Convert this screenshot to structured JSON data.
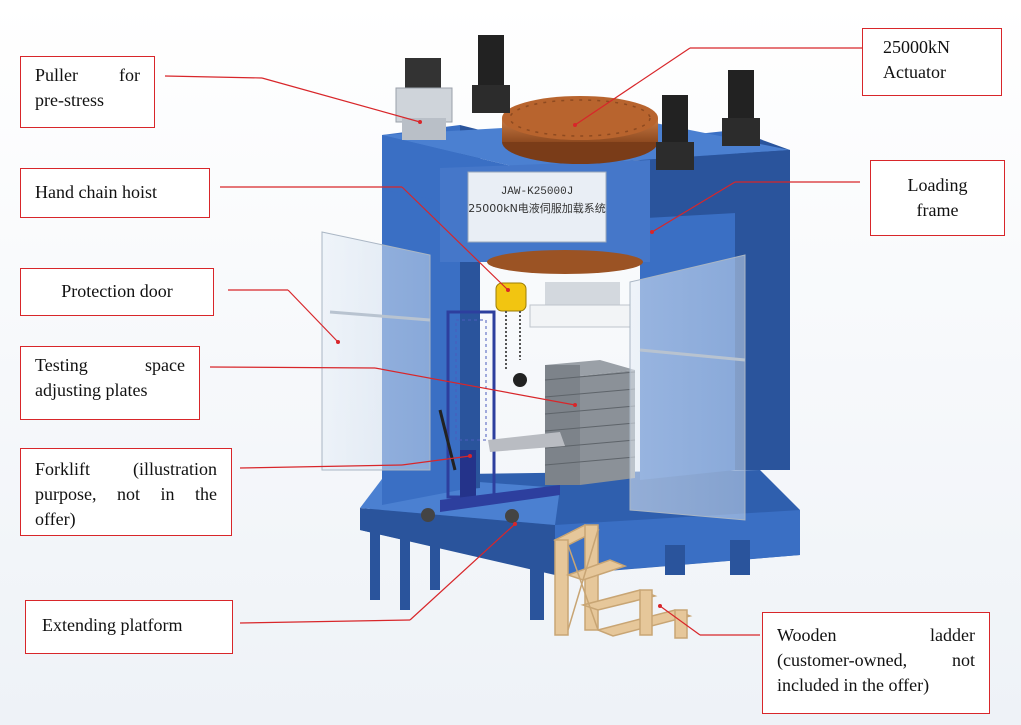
{
  "machine": {
    "nameplate_line1": "JAW-K25000J",
    "nameplate_line2": "25000kN电液伺服加载系统"
  },
  "colors": {
    "frame_blue": "#3a6fc4",
    "frame_dark": "#2a549c",
    "actuator_copper": "#b8642e",
    "callout_border": "#d8262a",
    "wood": "#e6c79a"
  },
  "callouts": {
    "puller": {
      "line1": "Puller for",
      "line2": "pre-stress"
    },
    "actuator": {
      "line1": "25000kN",
      "line2": "Actuator"
    },
    "hoist": {
      "text": "Hand chain hoist"
    },
    "frame": {
      "line1": "Loading",
      "line2": "frame"
    },
    "door": {
      "text": "Protection door"
    },
    "plates": {
      "line1": "Testing space",
      "line2": "adjusting plates"
    },
    "forklift": {
      "line1": "Forklift (illustration",
      "line2": "purpose, not in the",
      "line3": "offer)"
    },
    "platform": {
      "text": "Extending platform"
    },
    "ladder": {
      "line1": "Wooden ladder",
      "line2": "(customer-owned, not",
      "line3": "included in the offer)"
    }
  }
}
